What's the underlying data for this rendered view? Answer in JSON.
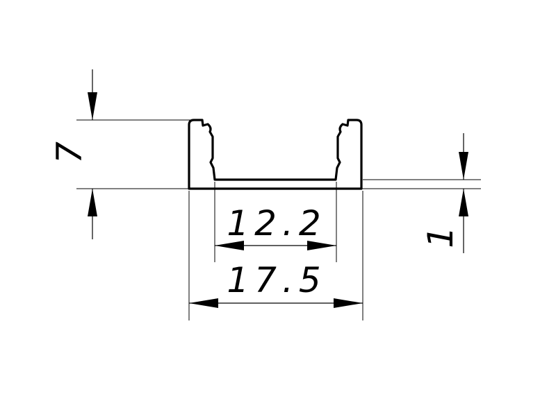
{
  "drawing": {
    "dimensions": {
      "outer_width": "17.5",
      "inner_width": "12.2",
      "height": "7",
      "thickness": "1"
    },
    "colors": {
      "line": "#000000",
      "background": "#ffffff"
    }
  }
}
